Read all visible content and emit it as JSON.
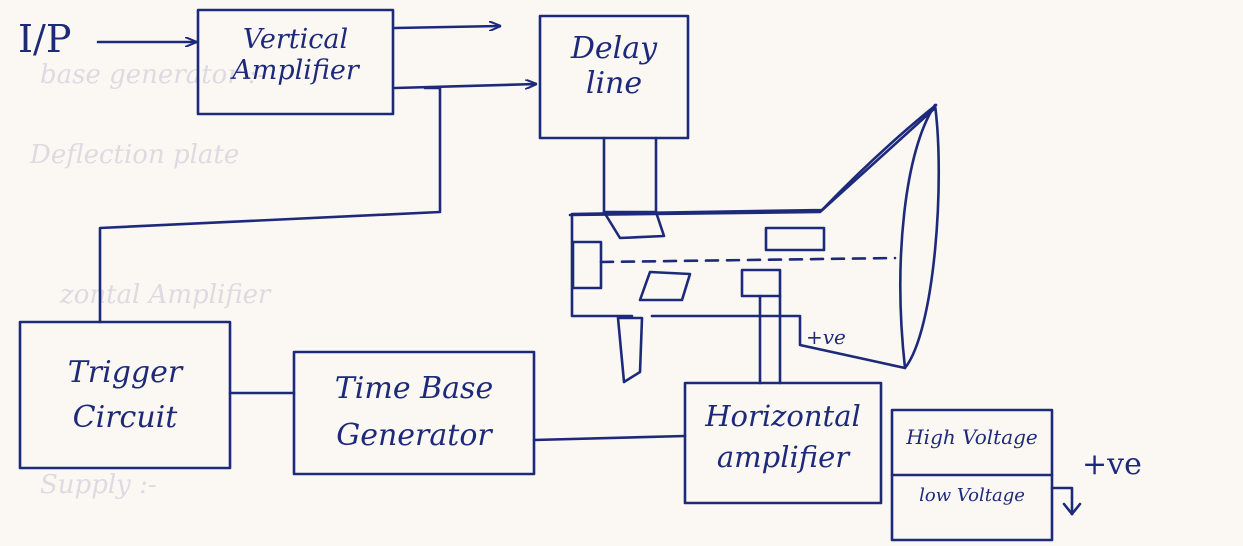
{
  "input_label": "I/P",
  "blocks": {
    "vertical_amplifier": [
      "Vertical",
      "Amplifier"
    ],
    "delay_line": [
      "Delay",
      "line"
    ],
    "trigger_circuit": [
      "Trigger",
      "Circuit"
    ],
    "time_base_generator": [
      "Time Base",
      "Generator"
    ],
    "horizontal_amplifier": [
      "Horizontal",
      "amplifier"
    ],
    "high_voltage": "High Voltage",
    "low_voltage": "low Voltage"
  },
  "crt_plate_label": "+ve",
  "output_label": "+ve",
  "colors": {
    "ink": "#1d2a7a",
    "paper": "#fbf7f2"
  }
}
